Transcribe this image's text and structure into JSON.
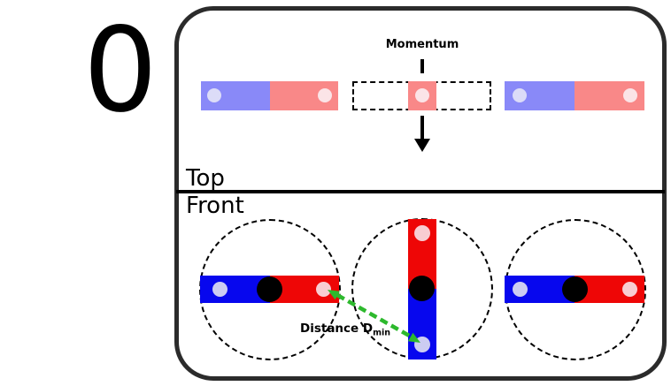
{
  "frame": {
    "index_label": "0"
  },
  "panel": {
    "sections": {
      "top_label": "Top",
      "front_label": "Front"
    },
    "momentum_label": "Momentum",
    "distance_label": "Distance D",
    "distance_subscript": "min"
  },
  "top_view": {
    "left_magnet": {
      "left_pole": "blue",
      "right_pole": "red"
    },
    "center_slot": {
      "outline": "dashed",
      "core_pole": "red"
    },
    "right_magnet": {
      "left_pole": "blue",
      "right_pole": "red"
    }
  },
  "front_view": {
    "left_rotor": {
      "orientation": "horizontal",
      "left_pole": "blue",
      "right_pole": "red"
    },
    "center_rotor": {
      "orientation": "vertical",
      "top_pole": "red",
      "bottom_pole": "blue"
    },
    "right_rotor": {
      "orientation": "horizontal",
      "left_pole": "blue",
      "right_pole": "red"
    }
  },
  "colors": {
    "panel_border": "#2b2b2b",
    "divider": "#000000",
    "dashed_outline": "#000000",
    "top_north": "#8989f8",
    "top_south": "#f98888",
    "top_north_dot": "#dcdcf8",
    "top_south_dot": "#fbe4e7",
    "front_north": "#0707ee",
    "front_south": "#ee0606",
    "front_north_dot": "#ccccf2",
    "front_south_dot": "#f8cdd2",
    "pivot_black": "#000000",
    "arrow_green": "#2db92d"
  }
}
